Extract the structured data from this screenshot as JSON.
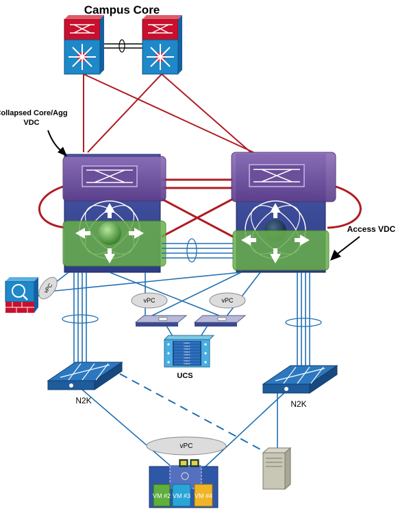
{
  "title": "Campus Core",
  "labels": {
    "collapsed_core_line1": "Collapsed Core/Agg",
    "collapsed_core_line2": "VDC",
    "access_vdc": "Access VDC",
    "n2k_left": "N2K",
    "n2k_right": "N2K",
    "ucs": "UCS"
  },
  "vpc_labels": {
    "firewall": "vPC",
    "ucs_left": "vPC",
    "ucs_right": "vPC",
    "bottom": "vPC"
  },
  "vm_labels": [
    "VM #2",
    "VM #3",
    "VM #4"
  ],
  "ucs_blade_labels": [
    "blade1",
    "blade2",
    "blade3",
    "blade4",
    "blade5",
    "blade6",
    "blade7",
    "blade8"
  ],
  "colors": {
    "core_red": "#c8102e",
    "link_red": "#b01c22",
    "switch_blue": "#1e88c8",
    "agg_purple": "#7b5ea7",
    "access_green": "#6ab04c",
    "link_blue": "#1f6fb2",
    "n2k_blue": "#2c78c0"
  },
  "icons": {
    "core_switch": "layer3-switch-icon",
    "firewall": "firewall-icon",
    "server": "server-icon",
    "fabric_interconnect": "fabric-interconnect-icon"
  }
}
